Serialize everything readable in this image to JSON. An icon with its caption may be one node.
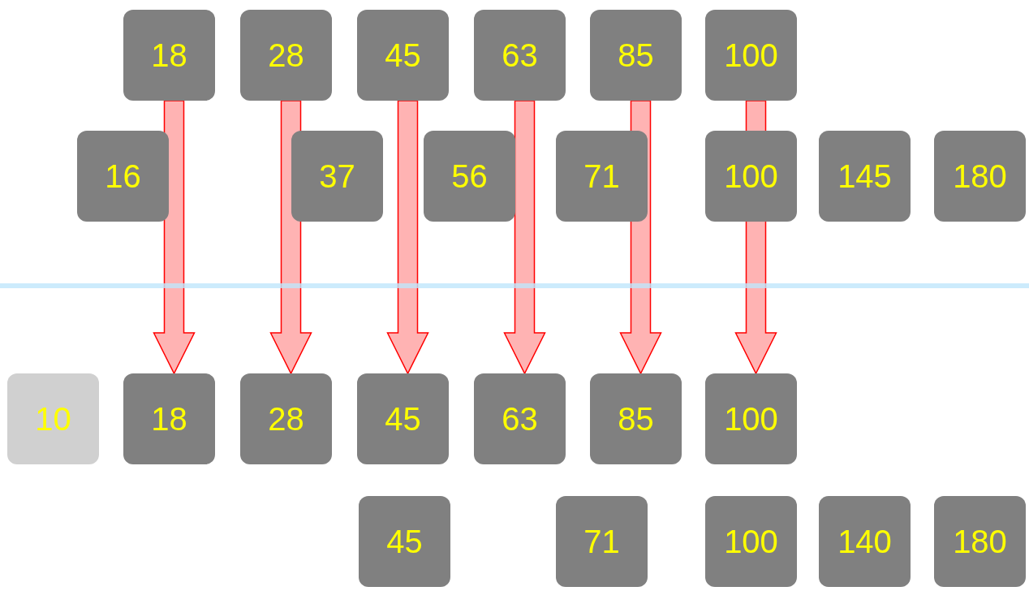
{
  "diagram": {
    "nodes": [
      {
        "text": [
          "18"
        ]
      },
      {
        "text": [
          "28"
        ]
      },
      {
        "text": [
          "45"
        ]
      },
      {
        "text": [
          "63"
        ]
      },
      {
        "text": [
          "85"
        ]
      },
      {
        "text": [
          "100"
        ]
      },
      {
        "text": [
          "16"
        ]
      },
      {
        "text": [
          "37"
        ]
      },
      {
        "text": [
          "56"
        ]
      },
      {
        "text": [
          "71"
        ]
      },
      {
        "text": [
          "100"
        ]
      },
      {
        "text": [
          "145"
        ]
      },
      {
        "text": [
          "180"
        ]
      },
      {
        "text": [
          "10"
        ]
      },
      {
        "text": [
          "18"
        ]
      },
      {
        "text": [
          "28"
        ]
      },
      {
        "text": [
          "45"
        ]
      },
      {
        "text": [
          "63"
        ]
      },
      {
        "text": [
          "85"
        ]
      },
      {
        "text": [
          "100"
        ]
      },
      {
        "text": [
          "45"
        ]
      },
      {
        "text": [
          "71"
        ]
      },
      {
        "text": [
          "100"
        ]
      },
      {
        "text": [
          "140"
        ]
      },
      {
        "text": [
          "180"
        ]
      }
    ],
    "edges": [
      {
        "from": 0,
        "to": 14,
        "arrow": "to"
      },
      {
        "from": 1,
        "to": 15,
        "arrow": "to"
      },
      {
        "from": 2,
        "to": 16,
        "arrow": "to"
      },
      {
        "from": 3,
        "to": 17,
        "arrow": "to"
      },
      {
        "from": 4,
        "to": 18,
        "arrow": "to"
      },
      {
        "from": 5,
        "to": 19,
        "arrow": "to"
      }
    ]
  }
}
